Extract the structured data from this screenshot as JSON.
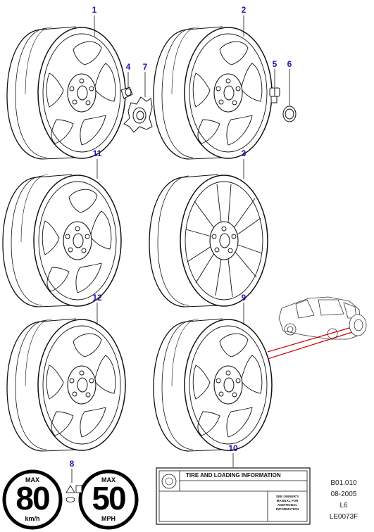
{
  "callouts": {
    "c1": "1",
    "c2": "2",
    "c3": "3",
    "c4": "4",
    "c5": "5",
    "c6": "6",
    "c7": "7",
    "c8": "8",
    "c9": "9",
    "c10": "10",
    "c11": "11",
    "c12": "12"
  },
  "label": {
    "title": "TIRE AND LOADING INFORMATION",
    "note_lines": [
      "SEE OWNER'S",
      "MANUAL FOR",
      "ADDITIONAL",
      "INFORMATION"
    ]
  },
  "speed_sign": {
    "left_top": "MAX",
    "left_value": "80",
    "left_unit": "km/h",
    "right_top": "MAX",
    "right_value": "50",
    "right_unit": "MPH"
  },
  "reference": {
    "line1": "B01.010",
    "line2": "08-2005",
    "line3": "L6",
    "line4": "LE0073F"
  },
  "colors": {
    "callout": "#1a1aa6",
    "leader": "#cc0000",
    "line": "#111111"
  },
  "icons": [
    "wheel-icon",
    "hub-cap-icon",
    "wheel-nut-icon",
    "badge-icon",
    "vehicle-icon",
    "warning-icon"
  ]
}
